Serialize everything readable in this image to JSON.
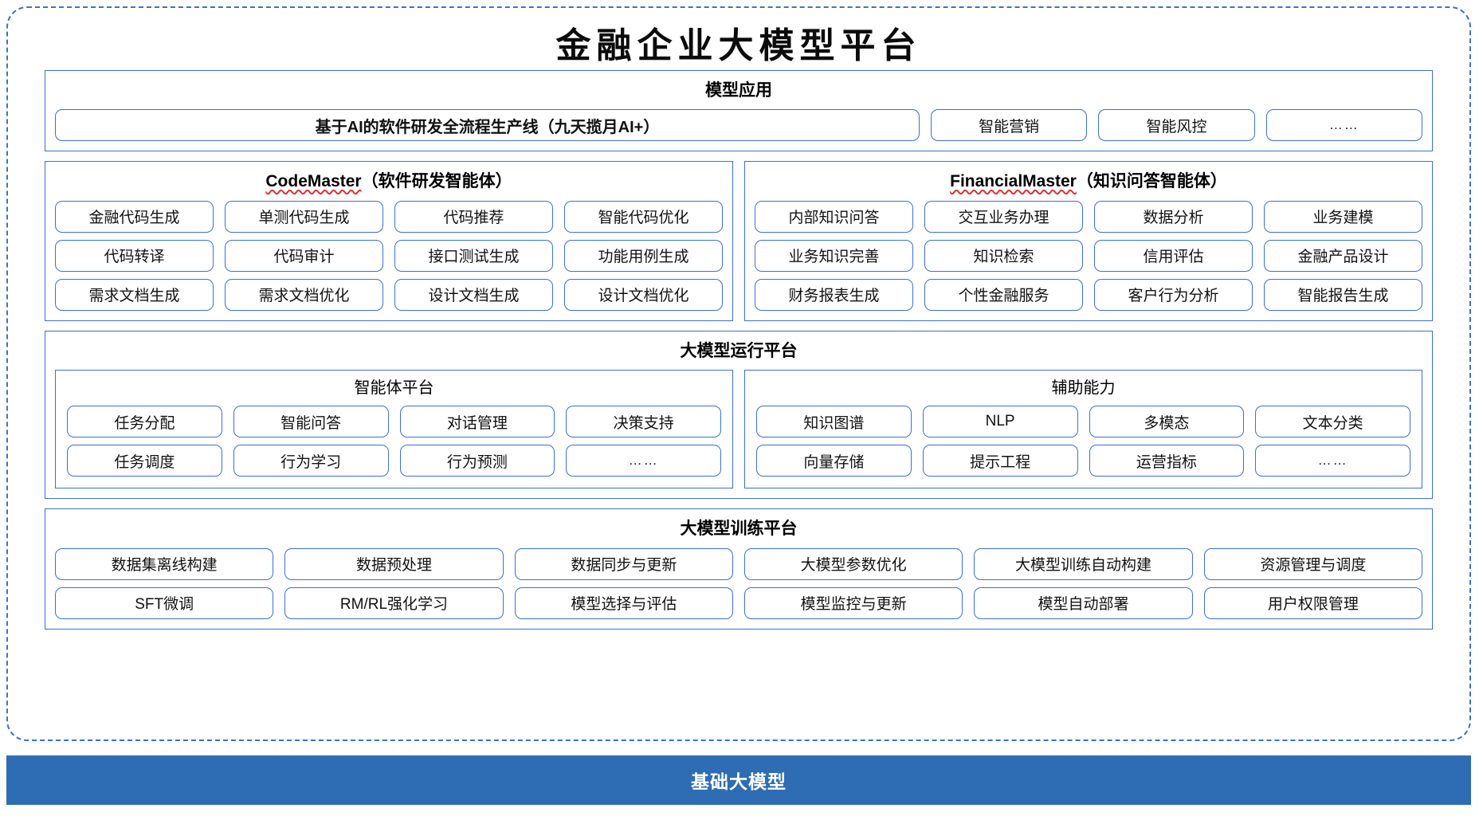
{
  "title": "金融企业大模型平台",
  "colors": {
    "frame_blue": "#3d6fd6",
    "foundation_bar": "#2e6db4",
    "spellcheck_red": "#e03131"
  },
  "application_layer": {
    "title": "模型应用",
    "banner": "基于AI的软件研发全流程生产线（九天揽月AI+）",
    "items": [
      "智能营销",
      "智能风控",
      "……"
    ]
  },
  "agents": [
    {
      "name_latin": "CodeMaster",
      "name_cn": "（软件研发智能体）",
      "items": [
        "金融代码生成",
        "单测代码生成",
        "代码推荐",
        "智能代码优化",
        "代码转译",
        "代码审计",
        "接口测试生成",
        "功能用例生成",
        "需求文档生成",
        "需求文档优化",
        "设计文档生成",
        "设计文档优化"
      ]
    },
    {
      "name_latin": "FinancialMaster",
      "name_cn": "（知识问答智能体）",
      "items": [
        "内部知识问答",
        "交互业务办理",
        "数据分析",
        "业务建模",
        "业务知识完善",
        "知识检索",
        "信用评估",
        "金融产品设计",
        "财务报表生成",
        "个性金融服务",
        "客户行为分析",
        "智能报告生成"
      ]
    }
  ],
  "runtime_platform": {
    "title": "大模型运行平台",
    "groups": [
      {
        "title": "智能体平台",
        "items": [
          "任务分配",
          "智能问答",
          "对话管理",
          "决策支持",
          "任务调度",
          "行为学习",
          "行为预测",
          "……"
        ]
      },
      {
        "title": "辅助能力",
        "items": [
          "知识图谱",
          "NLP",
          "多模态",
          "文本分类",
          "向量存储",
          "提示工程",
          "运营指标",
          "……"
        ]
      }
    ]
  },
  "training_platform": {
    "title": "大模型训练平台",
    "items": [
      "数据集离线构建",
      "数据预处理",
      "数据同步与更新",
      "大模型参数优化",
      "大模型训练自动构建",
      "资源管理与调度",
      "SFT微调",
      "RM/RL强化学习",
      "模型选择与评估",
      "模型监控与更新",
      "模型自动部署",
      "用户权限管理"
    ]
  },
  "foundation": {
    "label": "基础大模型"
  }
}
